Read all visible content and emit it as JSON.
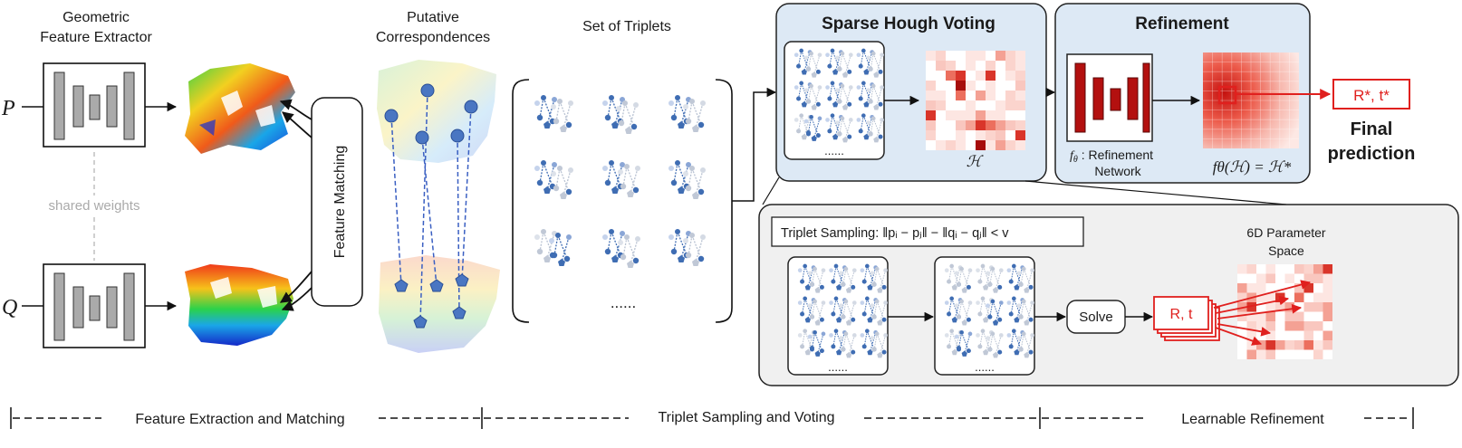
{
  "extractor": {
    "title_line1": "Geometric",
    "title_line2": "Feature Extractor",
    "shared_weights": "shared weights",
    "input_p": "P",
    "input_q": "Q"
  },
  "matching": {
    "feature_matching": "Feature Matching",
    "putative_line1": "Putative",
    "putative_line2": "Correspondences"
  },
  "triplets": {
    "title": "Set of Triplets",
    "ellipsis": "......"
  },
  "hough": {
    "title": "Sparse Hough Voting",
    "ellipsis": "......",
    "symbol": "ℋ"
  },
  "refinement": {
    "title": "Refinement",
    "network_fn": "f",
    "network_sub": "θ",
    "network_line1": " : Refinement",
    "network_line2": "Network",
    "equation": "fθ(ℋ) = ℋ*",
    "output": "R*, t*",
    "final_line1": "Final",
    "final_line2": "prediction"
  },
  "sampling": {
    "criterion": "Triplet Sampling: ‖pᵢ − pⱼ‖ − ‖qᵢ − qⱼ‖ < v",
    "ellipsis_a": "......",
    "ellipsis_b": "......",
    "solve": "Solve",
    "rt": "R, t",
    "param_line1": "6D Parameter",
    "param_line2": "Space"
  },
  "stages": {
    "stage1": "Feature Extraction and Matching",
    "stage2": "Triplet Sampling and Voting",
    "stage3": "Learnable Refinement"
  },
  "colors": {
    "panel_blue": "#dde9f5",
    "panel_gray": "#f0f0f0",
    "accent_red": "#e0201e",
    "net_red": "#b3100f",
    "point_blue": "#3f6db3",
    "net_gray": "#aaaaaa"
  }
}
